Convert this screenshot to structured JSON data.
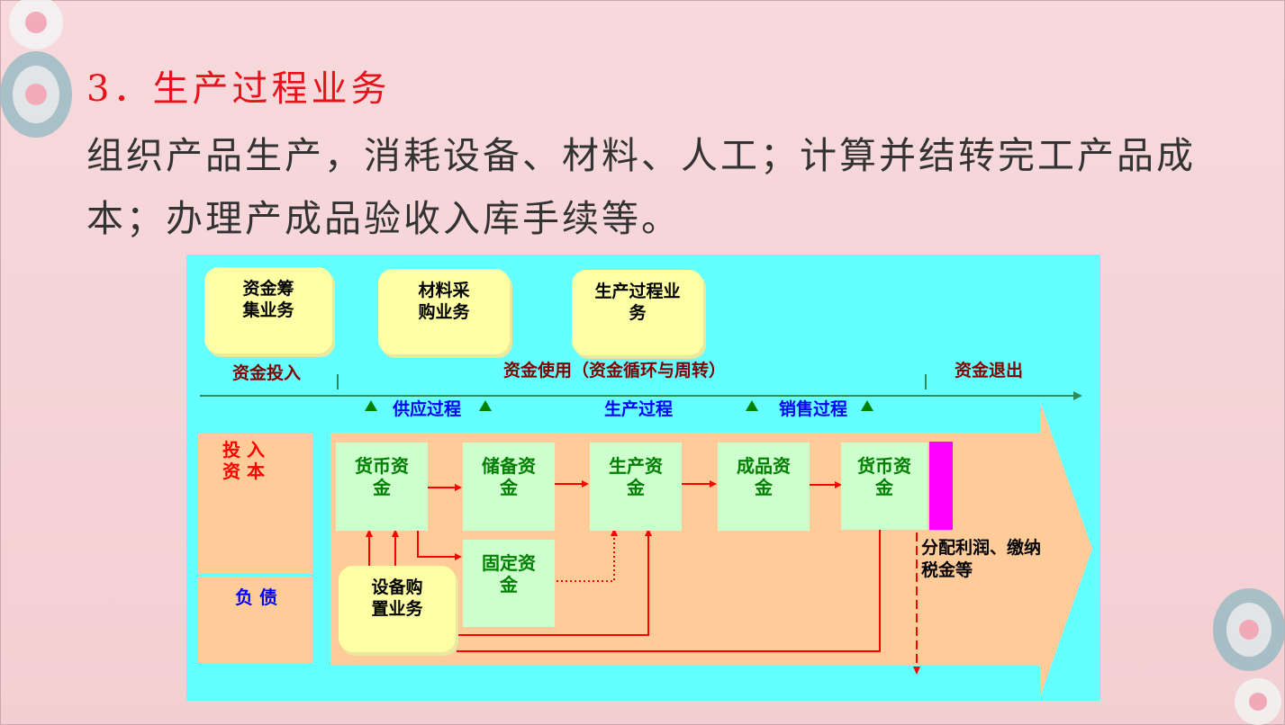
{
  "slide": {
    "title": "3．生产过程业务",
    "body": "组织产品生产，消耗设备、材料、人工；计算并结转完工产品成本；办理产成品验收入库手续等。"
  },
  "diagram": {
    "bubbles": {
      "fund_raising": "资金筹集业务",
      "material_purchase": "材料采购业务",
      "production_process": "生产过程业务",
      "equipment_purchase": "设备购置业务"
    },
    "phases": {
      "input": "资金投入",
      "use": "资金使用（资金循环与周转）",
      "exit": "资金退出"
    },
    "processes": {
      "supply": "供应过程",
      "production": "生产过程",
      "sales": "销售过程"
    },
    "left": {
      "capital": "投 入\n资 本",
      "liability": "负 债"
    },
    "boxes": {
      "monetary_fund_1": "货币资金",
      "reserve_fund": "储备资金",
      "production_fund": "生产资金",
      "finished_goods_fund": "成品资金",
      "monetary_fund_2": "货币资金",
      "fixed_fund": "固定资金"
    },
    "distribution": "分配利润、缴纳税金等"
  }
}
